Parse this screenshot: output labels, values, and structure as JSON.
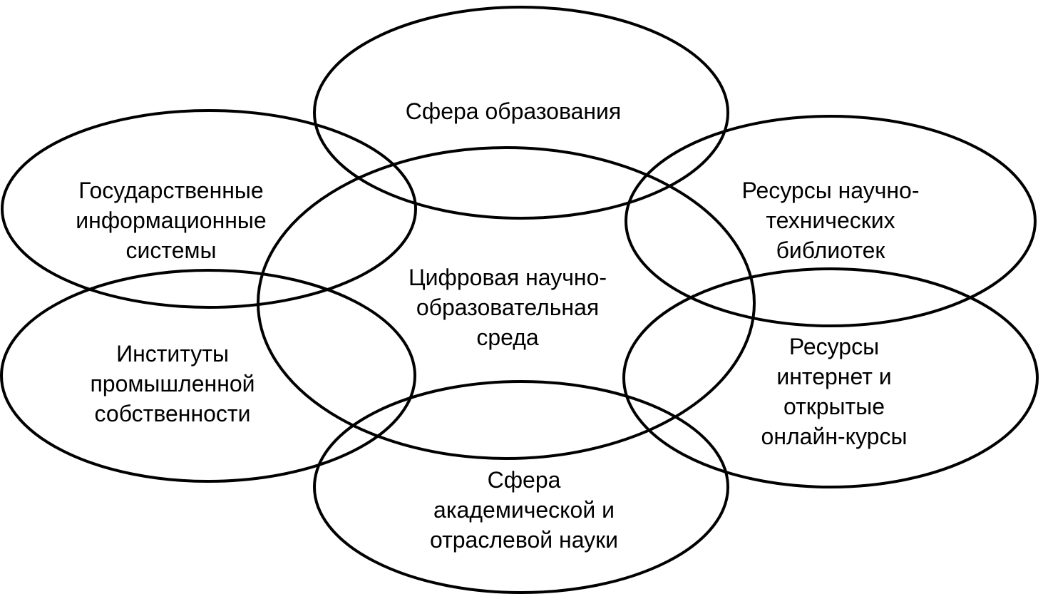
{
  "diagram": {
    "colors": {
      "stroke": "#000000",
      "text": "#000000",
      "background": "#ffffff"
    },
    "center": {
      "lines": [
        "Цифровая научно-",
        "образовательная",
        "среда"
      ]
    },
    "education": {
      "lines": [
        "Сфера образования"
      ]
    },
    "government": {
      "lines": [
        "Государственные",
        "информационные",
        "системы"
      ]
    },
    "libraries": {
      "lines": [
        "Ресурсы научно-",
        "технических",
        "библиотек"
      ]
    },
    "industrial": {
      "lines": [
        "Институты",
        "промышленной",
        "собственности"
      ]
    },
    "internet": {
      "lines": [
        "Ресурсы",
        "интернет и",
        "открытые",
        "онлайн-курсы"
      ]
    },
    "academic": {
      "lines": [
        "Сфера",
        "академической и",
        "отраслевой науки"
      ]
    }
  }
}
